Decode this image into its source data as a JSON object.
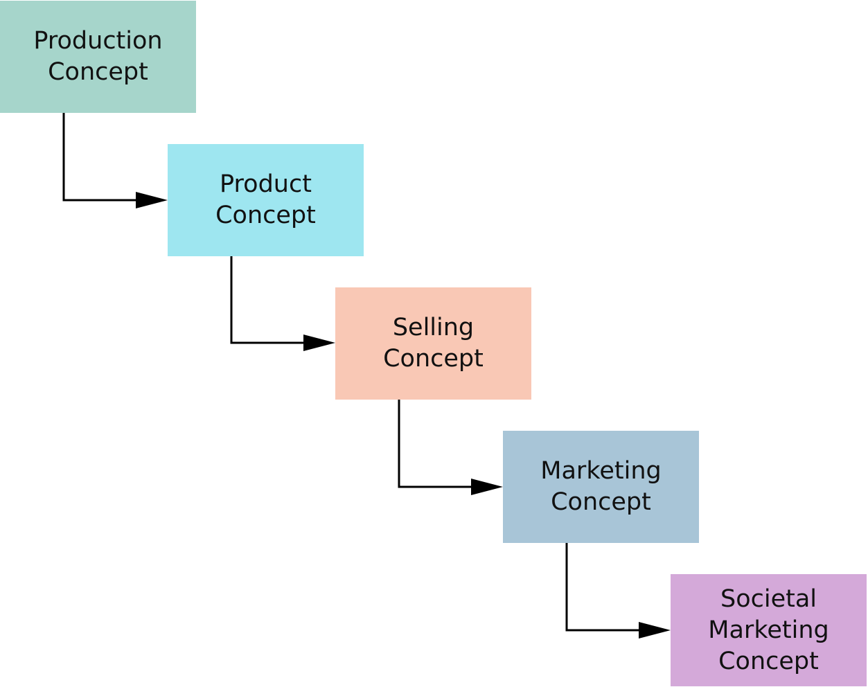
{
  "diagram": {
    "steps": [
      {
        "lines": [
          "Production",
          "Concept"
        ],
        "color": "#a6d5cb"
      },
      {
        "lines": [
          "Product",
          "Concept"
        ],
        "color": "#9ee6f0"
      },
      {
        "lines": [
          "Selling",
          "Concept"
        ],
        "color": "#f9c8b5"
      },
      {
        "lines": [
          "Marketing",
          "Concept"
        ],
        "color": "#a8c5d7"
      },
      {
        "lines": [
          "Societal",
          "Marketing",
          "Concept"
        ],
        "color": "#d4a9d9"
      }
    ],
    "connectors": [
      {
        "from": 0,
        "to": 1
      },
      {
        "from": 1,
        "to": 2
      },
      {
        "from": 2,
        "to": 3
      },
      {
        "from": 3,
        "to": 4
      }
    ],
    "arrow_color": "#000000"
  }
}
